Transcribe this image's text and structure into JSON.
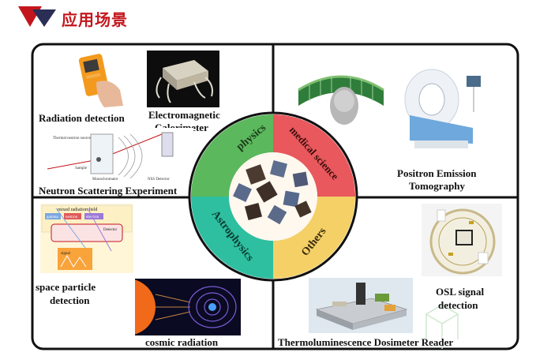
{
  "header": {
    "title": "应用场景"
  },
  "colors": {
    "accent_red": "#c3161c",
    "physics": "#5cb85c",
    "medical": "#e8585c",
    "astro": "#2ebfa0",
    "others": "#f4d067"
  },
  "quadrants": {
    "top_left": {
      "label_1": "Radiation detection",
      "label_2": "Electromagnetic",
      "label_3": "Calorimeter",
      "label_4": "Neutron Scattering Experiment"
    },
    "top_right": {
      "label_1": "Positron Emission",
      "label_2": "Tomography"
    },
    "bottom_left": {
      "label_1": "space particle",
      "label_2": "detection",
      "label_3": "cosmic radiation"
    },
    "bottom_right": {
      "label_1": "OSL signal",
      "label_2": "detection",
      "label_3": "Thermoluminescence Dosimeter Reader"
    }
  },
  "center": {
    "physics": "physics",
    "medical": "medical science",
    "astro": "Astrophysics",
    "others": "Others"
  },
  "insets": {
    "neutron_diagram": {
      "note_1": "Thermal neutron source",
      "note_2": "Sample",
      "note_3": "Monochromator",
      "note_4": "NSS Detector"
    },
    "space_diagram": {
      "mixed": "mixed radiation field",
      "gamma": "gamma",
      "neutron": "neutron",
      "electron": "electron",
      "detector": "Detector",
      "signal": "signal"
    }
  }
}
